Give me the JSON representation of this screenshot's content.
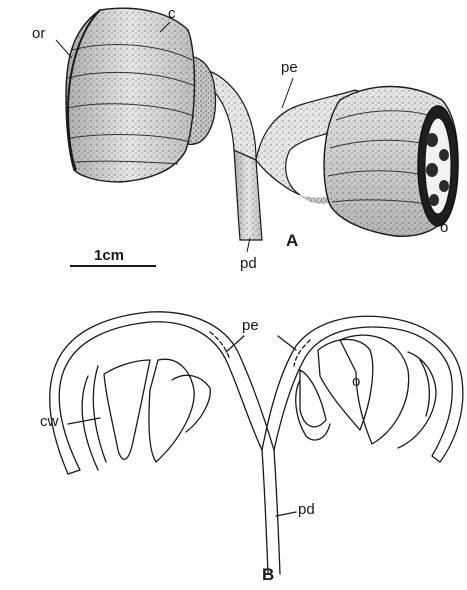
{
  "figure": {
    "panel_a": {
      "panel_label": "A",
      "scale_bar_label": "1cm",
      "labels": {
        "or": "or",
        "c": "c",
        "pe": "pe",
        "pd": "pd",
        "o": "o"
      }
    },
    "panel_b": {
      "panel_label": "B",
      "labels": {
        "pe": "pe",
        "cw": "cw",
        "o": "o",
        "pd": "pd"
      }
    },
    "colors": {
      "ink": "#1a1a1a",
      "stipple_dark": "#8a8a8a",
      "stipple_light": "#cfcfcf",
      "background": "#ffffff"
    }
  }
}
